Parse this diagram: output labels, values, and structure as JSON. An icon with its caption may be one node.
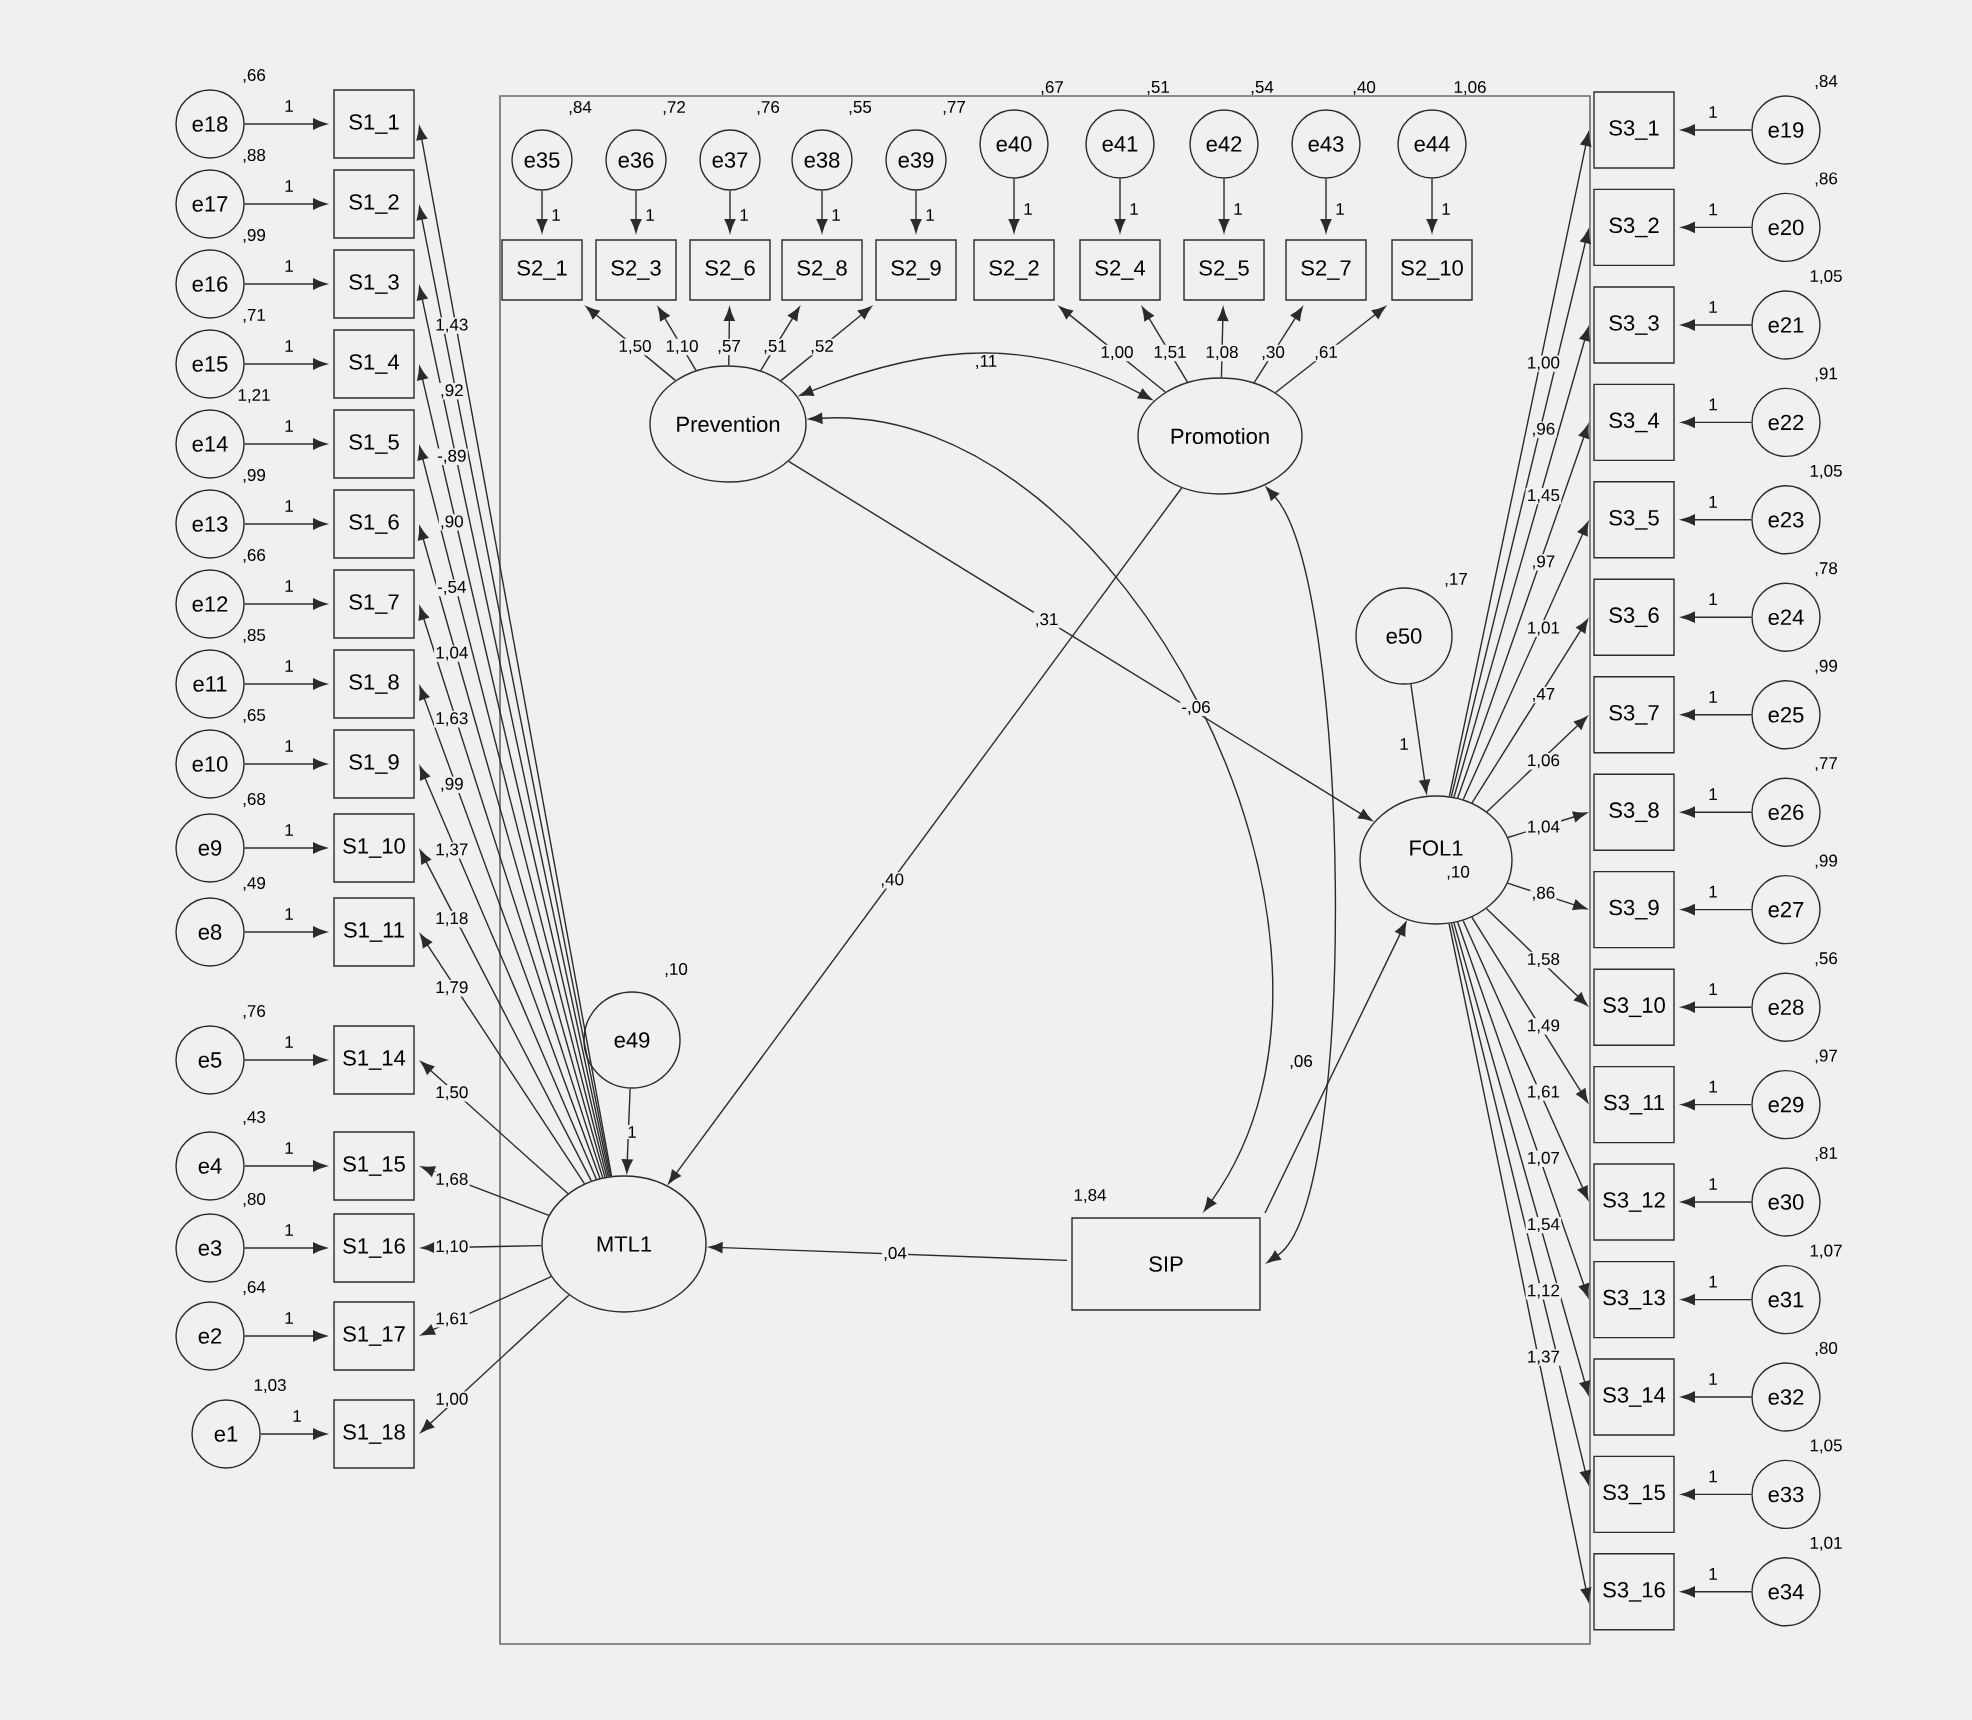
{
  "diagram": {
    "nodes": [
      {
        "text": [
          "S1_1"
        ]
      },
      {
        "text": [
          "S1_2"
        ]
      },
      {
        "text": [
          "S1_3"
        ]
      },
      {
        "text": [
          "S1_4"
        ]
      },
      {
        "text": [
          "S1_5"
        ]
      },
      {
        "text": [
          "S1_6"
        ]
      },
      {
        "text": [
          "S1_7"
        ]
      },
      {
        "text": [
          "S1_8"
        ]
      },
      {
        "text": [
          "S1_9"
        ]
      },
      {
        "text": [
          "S1_10"
        ]
      },
      {
        "text": [
          "S1_11"
        ]
      },
      {
        "text": [
          "S1_14"
        ]
      },
      {
        "text": [
          "S1_15"
        ]
      },
      {
        "text": [
          "S1_16"
        ]
      },
      {
        "text": [
          "S1_17"
        ]
      },
      {
        "text": [
          "S1_18"
        ]
      },
      {
        "text": [
          "e18"
        ],
        "beside": [
          ",66"
        ]
      },
      {
        "text": [
          "e17"
        ],
        "beside": [
          ",88"
        ]
      },
      {
        "text": [
          "e16"
        ],
        "beside": [
          ",99"
        ]
      },
      {
        "text": [
          "e15"
        ],
        "beside": [
          ",71"
        ]
      },
      {
        "text": [
          "e14"
        ],
        "beside": [
          "1,21"
        ]
      },
      {
        "text": [
          "e13"
        ],
        "beside": [
          ",99"
        ]
      },
      {
        "text": [
          "e12"
        ],
        "beside": [
          ",66"
        ]
      },
      {
        "text": [
          "e11"
        ],
        "beside": [
          ",85"
        ]
      },
      {
        "text": [
          "e10"
        ],
        "beside": [
          ",65"
        ]
      },
      {
        "text": [
          "e9"
        ],
        "beside": [
          ",68"
        ]
      },
      {
        "text": [
          "e8"
        ],
        "beside": [
          ",49"
        ]
      },
      {
        "text": [
          "e5"
        ],
        "beside": [
          ",76"
        ]
      },
      {
        "text": [
          "e4"
        ],
        "beside": [
          ",43"
        ]
      },
      {
        "text": [
          "e3"
        ],
        "beside": [
          ",80"
        ]
      },
      {
        "text": [
          "e2"
        ],
        "beside": [
          ",64"
        ]
      },
      {
        "text": [
          "e1"
        ],
        "beside": [
          "1,03"
        ]
      },
      {
        "text": [
          "e49"
        ],
        "beside": [
          ",10"
        ]
      },
      {
        "text": [
          "MTL1"
        ]
      },
      {
        "text": [
          "S2_1"
        ]
      },
      {
        "text": [
          "S2_3"
        ]
      },
      {
        "text": [
          "S2_6"
        ]
      },
      {
        "text": [
          "S2_8"
        ]
      },
      {
        "text": [
          "S2_9"
        ]
      },
      {
        "text": [
          "S2_2"
        ]
      },
      {
        "text": [
          "S2_4"
        ]
      },
      {
        "text": [
          "S2_5"
        ]
      },
      {
        "text": [
          "S2_7"
        ]
      },
      {
        "text": [
          "S2_10"
        ]
      },
      {
        "text": [
          "e35"
        ],
        "beside": [
          ",84"
        ]
      },
      {
        "text": [
          "e36"
        ],
        "beside": [
          ",72"
        ]
      },
      {
        "text": [
          "e37"
        ],
        "beside": [
          ",76"
        ]
      },
      {
        "text": [
          "e38"
        ],
        "beside": [
          ",55"
        ]
      },
      {
        "text": [
          "e39"
        ],
        "beside": [
          ",77"
        ]
      },
      {
        "text": [
          "e40"
        ],
        "beside": [
          ",67"
        ]
      },
      {
        "text": [
          "e41"
        ],
        "beside": [
          ",51"
        ]
      },
      {
        "text": [
          "e42"
        ],
        "beside": [
          ",54"
        ]
      },
      {
        "text": [
          "e43"
        ],
        "beside": [
          ",40"
        ]
      },
      {
        "text": [
          "e44"
        ],
        "beside": [
          "1,06"
        ]
      },
      {
        "text": [
          "Prevention"
        ]
      },
      {
        "text": [
          "Promotion"
        ]
      },
      {
        "text": [
          "e50"
        ],
        "beside": [
          ",17"
        ]
      },
      {
        "text": [
          "FOL1",
          ",10"
        ]
      },
      {
        "text": [
          "SIP"
        ],
        "beside": [
          "1,84"
        ]
      },
      {
        "text": [
          "S3_1"
        ]
      },
      {
        "text": [
          "S3_2"
        ]
      },
      {
        "text": [
          "S3_3"
        ]
      },
      {
        "text": [
          "S3_4"
        ]
      },
      {
        "text": [
          "S3_5"
        ]
      },
      {
        "text": [
          "S3_6"
        ]
      },
      {
        "text": [
          "S3_7"
        ]
      },
      {
        "text": [
          "S3_8"
        ]
      },
      {
        "text": [
          "S3_9"
        ]
      },
      {
        "text": [
          "S3_10"
        ]
      },
      {
        "text": [
          "S3_11"
        ]
      },
      {
        "text": [
          "S3_12"
        ]
      },
      {
        "text": [
          "S3_13"
        ]
      },
      {
        "text": [
          "S3_14"
        ]
      },
      {
        "text": [
          "S3_15"
        ]
      },
      {
        "text": [
          "S3_16"
        ]
      },
      {
        "text": [
          "e19"
        ],
        "beside": [
          ",84"
        ]
      },
      {
        "text": [
          "e20"
        ],
        "beside": [
          ",86"
        ]
      },
      {
        "text": [
          "e21"
        ],
        "beside": [
          "1,05"
        ]
      },
      {
        "text": [
          "e22"
        ],
        "beside": [
          ",91"
        ]
      },
      {
        "text": [
          "e23"
        ],
        "beside": [
          "1,05"
        ]
      },
      {
        "text": [
          "e24"
        ],
        "beside": [
          ",78"
        ]
      },
      {
        "text": [
          "e25"
        ],
        "beside": [
          ",99"
        ]
      },
      {
        "text": [
          "e26"
        ],
        "beside": [
          ",77"
        ]
      },
      {
        "text": [
          "e27"
        ],
        "beside": [
          ",99"
        ]
      },
      {
        "text": [
          "e28"
        ],
        "beside": [
          ",56"
        ]
      },
      {
        "text": [
          "e29"
        ],
        "beside": [
          ",97"
        ]
      },
      {
        "text": [
          "e30"
        ],
        "beside": [
          ",81"
        ]
      },
      {
        "text": [
          "e31"
        ],
        "beside": [
          "1,07"
        ]
      },
      {
        "text": [
          "e32"
        ],
        "beside": [
          ",80"
        ]
      },
      {
        "text": [
          "e33"
        ],
        "beside": [
          "1,05"
        ]
      },
      {
        "text": [
          "e34"
        ],
        "beside": [
          "1,01"
        ]
      }
    ],
    "edges": [
      {
        "from": 16,
        "to": 0,
        "arrow": "to",
        "label": "1"
      },
      {
        "from": 17,
        "to": 1,
        "arrow": "to",
        "label": "1"
      },
      {
        "from": 18,
        "to": 2,
        "arrow": "to",
        "label": "1"
      },
      {
        "from": 19,
        "to": 3,
        "arrow": "to",
        "label": "1"
      },
      {
        "from": 20,
        "to": 4,
        "arrow": "to",
        "label": "1"
      },
      {
        "from": 21,
        "to": 5,
        "arrow": "to",
        "label": "1"
      },
      {
        "from": 22,
        "to": 6,
        "arrow": "to",
        "label": "1"
      },
      {
        "from": 23,
        "to": 7,
        "arrow": "to",
        "label": "1"
      },
      {
        "from": 24,
        "to": 8,
        "arrow": "to",
        "label": "1"
      },
      {
        "from": 25,
        "to": 9,
        "arrow": "to",
        "label": "1"
      },
      {
        "from": 26,
        "to": 10,
        "arrow": "to",
        "label": "1"
      },
      {
        "from": 27,
        "to": 11,
        "arrow": "to",
        "label": "1"
      },
      {
        "from": 28,
        "to": 12,
        "arrow": "to",
        "label": "1"
      },
      {
        "from": 29,
        "to": 13,
        "arrow": "to",
        "label": "1"
      },
      {
        "from": 30,
        "to": 14,
        "arrow": "to",
        "label": "1"
      },
      {
        "from": 31,
        "to": 15,
        "arrow": "to",
        "label": "1"
      },
      {
        "from": 33,
        "to": 0,
        "arrow": "to",
        "label": "1,43"
      },
      {
        "from": 33,
        "to": 1,
        "arrow": "to",
        "label": ",92"
      },
      {
        "from": 33,
        "to": 2,
        "arrow": "to",
        "label": "-,89"
      },
      {
        "from": 33,
        "to": 3,
        "arrow": "to",
        "label": ",90"
      },
      {
        "from": 33,
        "to": 4,
        "arrow": "to",
        "label": "-,54"
      },
      {
        "from": 33,
        "to": 5,
        "arrow": "to",
        "label": "1,04"
      },
      {
        "from": 33,
        "to": 6,
        "arrow": "to",
        "label": "1,63"
      },
      {
        "from": 33,
        "to": 7,
        "arrow": "to",
        "label": ",99"
      },
      {
        "from": 33,
        "to": 8,
        "arrow": "to",
        "label": "1,37"
      },
      {
        "from": 33,
        "to": 9,
        "arrow": "to",
        "label": "1,18"
      },
      {
        "from": 33,
        "to": 10,
        "arrow": "to",
        "label": "1,79"
      },
      {
        "from": 33,
        "to": 11,
        "arrow": "to",
        "label": "1,50"
      },
      {
        "from": 33,
        "to": 12,
        "arrow": "to",
        "label": "1,68"
      },
      {
        "from": 33,
        "to": 13,
        "arrow": "to",
        "label": "1,10"
      },
      {
        "from": 33,
        "to": 14,
        "arrow": "to",
        "label": "1,61"
      },
      {
        "from": 33,
        "to": 15,
        "arrow": "to",
        "label": "1,00"
      },
      {
        "from": 32,
        "to": 33,
        "arrow": "to",
        "label": "1"
      },
      {
        "from": 44,
        "to": 34,
        "arrow": "to",
        "label": "1"
      },
      {
        "from": 45,
        "to": 35,
        "arrow": "to",
        "label": "1"
      },
      {
        "from": 46,
        "to": 36,
        "arrow": "to",
        "label": "1"
      },
      {
        "from": 47,
        "to": 37,
        "arrow": "to",
        "label": "1"
      },
      {
        "from": 48,
        "to": 38,
        "arrow": "to",
        "label": "1"
      },
      {
        "from": 49,
        "to": 39,
        "arrow": "to",
        "label": "1"
      },
      {
        "from": 50,
        "to": 40,
        "arrow": "to",
        "label": "1"
      },
      {
        "from": 51,
        "to": 41,
        "arrow": "to",
        "label": "1"
      },
      {
        "from": 52,
        "to": 42,
        "arrow": "to",
        "label": "1"
      },
      {
        "from": 53,
        "to": 43,
        "arrow": "to",
        "label": "1"
      },
      {
        "from": 54,
        "to": 34,
        "arrow": "to",
        "label": "1,50"
      },
      {
        "from": 54,
        "to": 35,
        "arrow": "to",
        "label": "1,10"
      },
      {
        "from": 54,
        "to": 36,
        "arrow": "to",
        "label": ",57"
      },
      {
        "from": 54,
        "to": 37,
        "arrow": "to",
        "label": ",51"
      },
      {
        "from": 54,
        "to": 38,
        "arrow": "to",
        "label": ",52"
      },
      {
        "from": 55,
        "to": 39,
        "arrow": "to",
        "label": "1,00"
      },
      {
        "from": 55,
        "to": 40,
        "arrow": "to",
        "label": "1,51"
      },
      {
        "from": 55,
        "to": 41,
        "arrow": "to",
        "label": "1,08"
      },
      {
        "from": 55,
        "to": 42,
        "arrow": "to",
        "label": ",30"
      },
      {
        "from": 55,
        "to": 43,
        "arrow": "to",
        "label": ",61"
      },
      {
        "from": 54,
        "to": 55,
        "arrow": "both",
        "label": ",11"
      },
      {
        "from": 54,
        "to": 57,
        "arrow": "to",
        "label": ",31"
      },
      {
        "from": 55,
        "to": 33,
        "arrow": "to",
        "label": ",40"
      },
      {
        "from": 54,
        "to": 58,
        "arrow": "both",
        "label": "-,06"
      },
      {
        "from": 55,
        "to": 58,
        "arrow": "both"
      },
      {
        "from": 58,
        "to": 33,
        "arrow": "to",
        "label": ",04"
      },
      {
        "from": 58,
        "to": 57,
        "arrow": "to",
        "label": ",06"
      },
      {
        "from": 56,
        "to": 57,
        "arrow": "to",
        "label": "1"
      },
      {
        "from": 57,
        "to": 59,
        "arrow": "to",
        "label": "1,00"
      },
      {
        "from": 57,
        "to": 60,
        "arrow": "to",
        "label": ",96"
      },
      {
        "from": 57,
        "to": 61,
        "arrow": "to",
        "label": "1,45"
      },
      {
        "from": 57,
        "to": 62,
        "arrow": "to",
        "label": ",97"
      },
      {
        "from": 57,
        "to": 63,
        "arrow": "to",
        "label": "1,01"
      },
      {
        "from": 57,
        "to": 64,
        "arrow": "to",
        "label": ",47"
      },
      {
        "from": 57,
        "to": 65,
        "arrow": "to",
        "label": "1,06"
      },
      {
        "from": 57,
        "to": 66,
        "arrow": "to",
        "label": "1,04"
      },
      {
        "from": 57,
        "to": 67,
        "arrow": "to",
        "label": ",86"
      },
      {
        "from": 57,
        "to": 68,
        "arrow": "to",
        "label": "1,58"
      },
      {
        "from": 57,
        "to": 69,
        "arrow": "to",
        "label": "1,49"
      },
      {
        "from": 57,
        "to": 70,
        "arrow": "to",
        "label": "1,61"
      },
      {
        "from": 57,
        "to": 71,
        "arrow": "to",
        "label": "1,07"
      },
      {
        "from": 57,
        "to": 72,
        "arrow": "to",
        "label": "1,54"
      },
      {
        "from": 57,
        "to": 73,
        "arrow": "to",
        "label": "1,12"
      },
      {
        "from": 57,
        "to": 74,
        "arrow": "to",
        "label": "1,37"
      },
      {
        "from": 75,
        "to": 59,
        "arrow": "to",
        "label": "1"
      },
      {
        "from": 76,
        "to": 60,
        "arrow": "to",
        "label": "1"
      },
      {
        "from": 77,
        "to": 61,
        "arrow": "to",
        "label": "1"
      },
      {
        "from": 78,
        "to": 62,
        "arrow": "to",
        "label": "1"
      },
      {
        "from": 79,
        "to": 63,
        "arrow": "to",
        "label": "1"
      },
      {
        "from": 80,
        "to": 64,
        "arrow": "to",
        "label": "1"
      },
      {
        "from": 81,
        "to": 65,
        "arrow": "to",
        "label": "1"
      },
      {
        "from": 82,
        "to": 66,
        "arrow": "to",
        "label": "1"
      },
      {
        "from": 83,
        "to": 67,
        "arrow": "to",
        "label": "1"
      },
      {
        "from": 84,
        "to": 68,
        "arrow": "to",
        "label": "1"
      },
      {
        "from": 85,
        "to": 69,
        "arrow": "to",
        "label": "1"
      },
      {
        "from": 86,
        "to": 70,
        "arrow": "to",
        "label": "1"
      },
      {
        "from": 87,
        "to": 71,
        "arrow": "to",
        "label": "1"
      },
      {
        "from": 88,
        "to": 72,
        "arrow": "to",
        "label": "1"
      },
      {
        "from": 89,
        "to": 73,
        "arrow": "to",
        "label": "1"
      },
      {
        "from": 90,
        "to": 74,
        "arrow": "to",
        "label": "1"
      }
    ]
  }
}
